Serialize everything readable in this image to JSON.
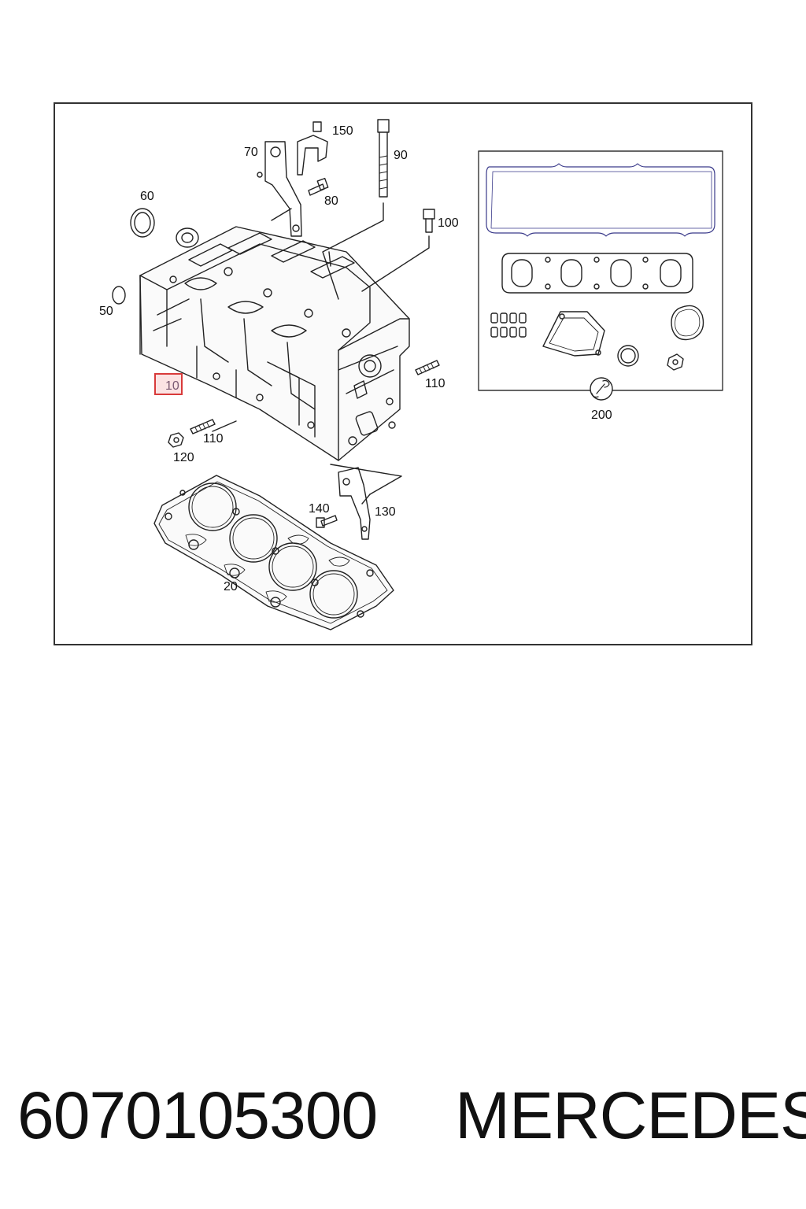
{
  "diagram": {
    "callouts": {
      "c10": "10",
      "c20": "20",
      "c50": "50",
      "c60": "60",
      "c70": "70",
      "c80": "80",
      "c90": "90",
      "c100": "100",
      "c110a": "110",
      "c110b": "110",
      "c120": "120",
      "c130": "130",
      "c140": "140",
      "c150": "150",
      "c200": "200"
    },
    "highlighted_part": "10",
    "colors": {
      "highlight_border": "#d83a3a",
      "highlight_fill": "#fbe3e3",
      "line": "#222222",
      "gasket_blue": "#3a3a8a"
    }
  },
  "footer": {
    "part_number": "6070105300",
    "brand": "MERCEDES"
  }
}
